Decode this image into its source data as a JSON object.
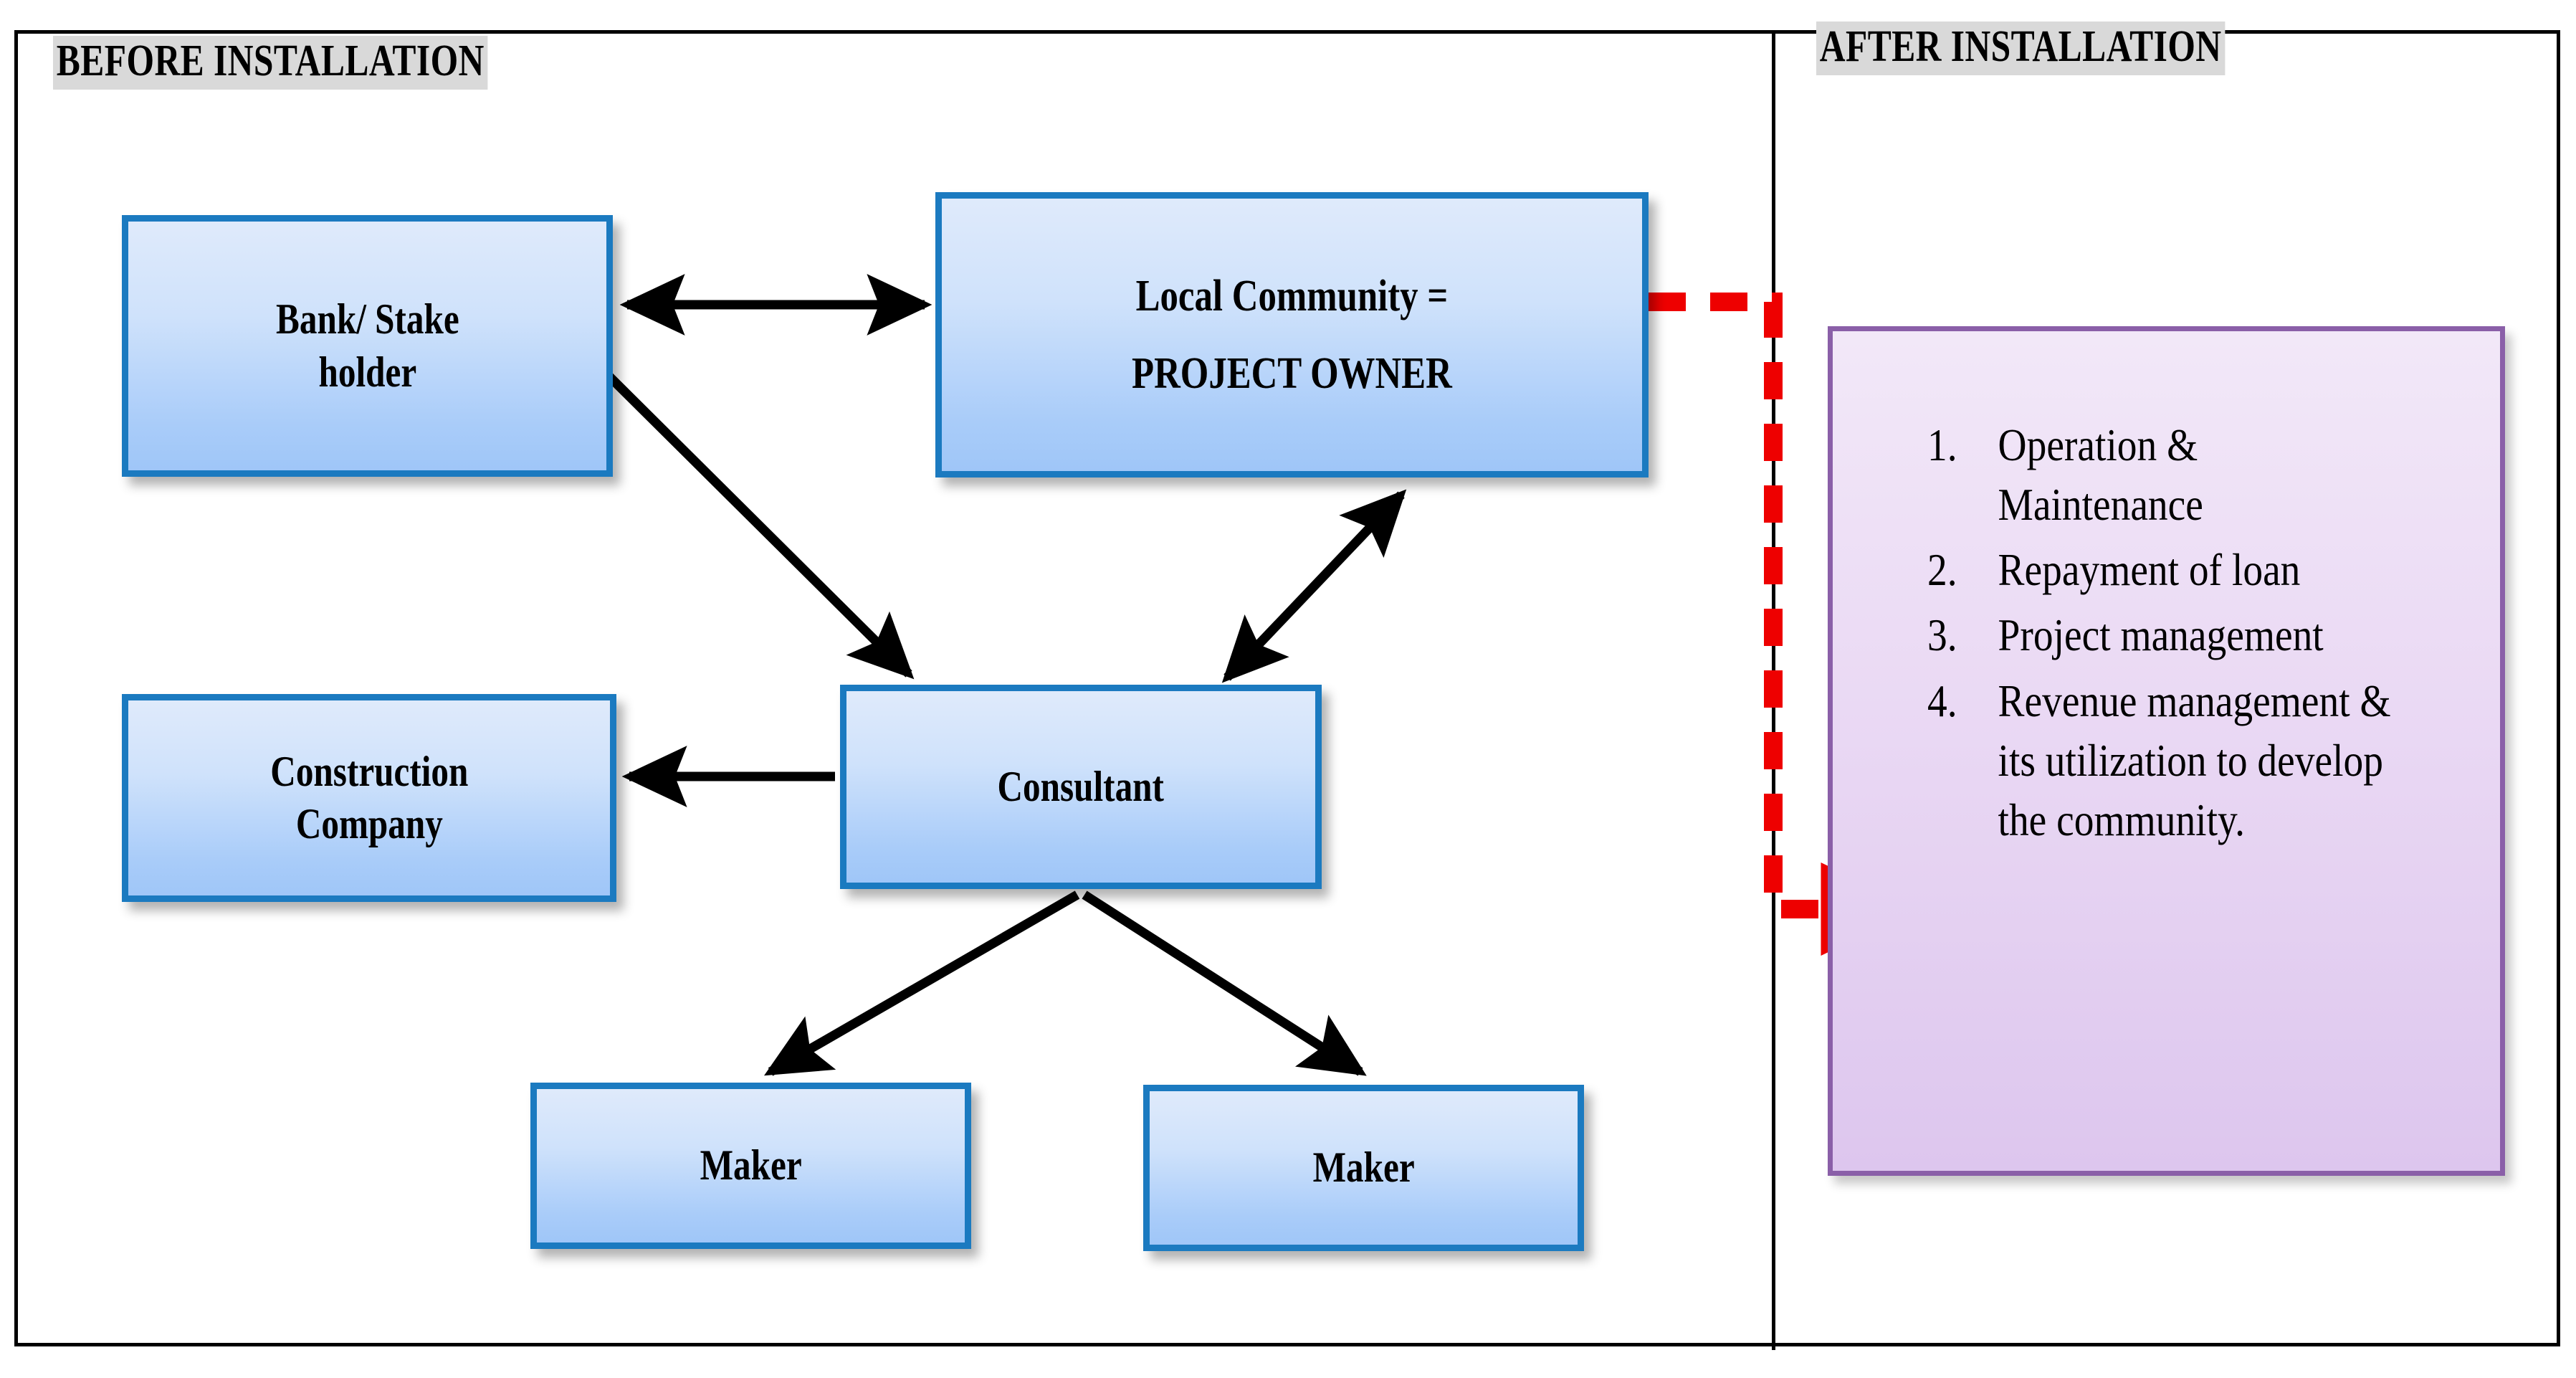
{
  "sections": {
    "before": {
      "title": "BEFORE INSTALLATION"
    },
    "after": {
      "title": "AFTER INSTALLATION"
    }
  },
  "nodes": [
    {
      "id": "bank",
      "label": "Bank/ Stake\nholder"
    },
    {
      "id": "community",
      "label": "Local Community =\nPROJECT OWNER"
    },
    {
      "id": "construct",
      "label": "Construction\nCompany"
    },
    {
      "id": "consultant",
      "label": "Consultant"
    },
    {
      "id": "maker1",
      "label": "Maker"
    },
    {
      "id": "maker2",
      "label": "Maker"
    }
  ],
  "after_panel": {
    "items": [
      {
        "num": "1.",
        "text": "Operation & Maintenance"
      },
      {
        "num": "2.",
        "text": "Repayment of loan"
      },
      {
        "num": "3.",
        "text": "Project management"
      },
      {
        "num": "4.",
        "text": "Revenue management & its utilization to develop the community."
      }
    ]
  },
  "connectors": [
    {
      "id": "bank-community",
      "from": "bank",
      "to": "community",
      "style": "solid",
      "heads": "both",
      "color": "#000000"
    },
    {
      "id": "bank-consultant",
      "from": "bank",
      "to": "consultant",
      "style": "solid",
      "heads": "end",
      "color": "#000000"
    },
    {
      "id": "community-consultant",
      "from": "community",
      "to": "consultant",
      "style": "solid",
      "heads": "both",
      "color": "#000000"
    },
    {
      "id": "consultant-construct",
      "from": "consultant",
      "to": "construct",
      "style": "solid",
      "heads": "end",
      "color": "#000000"
    },
    {
      "id": "consultant-maker1",
      "from": "consultant",
      "to": "maker1",
      "style": "solid",
      "heads": "end",
      "color": "#000000"
    },
    {
      "id": "consultant-maker2",
      "from": "consultant",
      "to": "maker2",
      "style": "solid",
      "heads": "end",
      "color": "#000000"
    },
    {
      "id": "community-after",
      "from": "community",
      "to": "after-panel",
      "style": "dashed",
      "heads": "end",
      "color": "#ee0000"
    }
  ],
  "colors": {
    "node_border": "#1b7ac0",
    "node_fill_top": "#dfeafb",
    "node_fill_bottom": "#9fc6f8",
    "panel_border": "#8a5fa8",
    "panel_fill_top": "#f2e8f8",
    "panel_fill_bottom": "#ddc6ee",
    "title_highlight": "#d9d9d9",
    "dashed_arrow": "#ee0000",
    "frame": "#000000"
  }
}
